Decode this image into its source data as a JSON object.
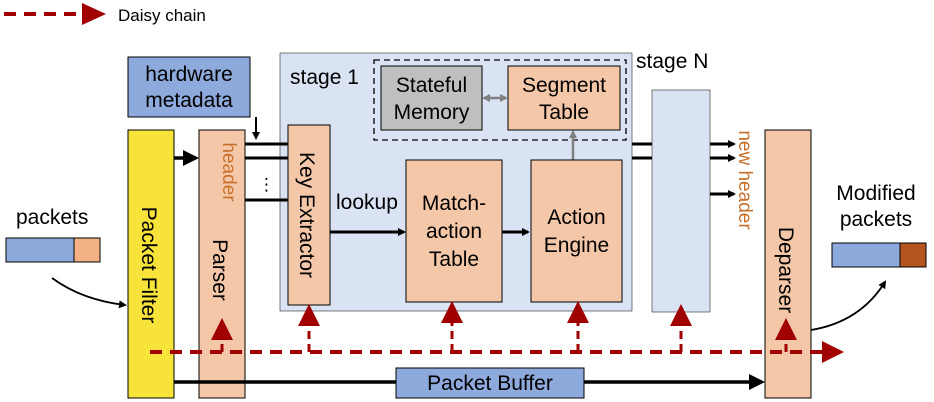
{
  "legend": {
    "label": "Daisy chain"
  },
  "inputs": {
    "packets": "packets",
    "hardware_metadata_line1": "hardware",
    "hardware_metadata_line2": "metadata"
  },
  "blocks": {
    "packet_filter": "Packet Filter",
    "parser": "Parser",
    "header": "header",
    "stage1": "stage 1",
    "stageN": "stage N",
    "key_extractor": "Key Extractor",
    "lookup": "lookup",
    "match_action_line1": "Match-",
    "match_action_line2": "action",
    "match_action_line3": "Table",
    "action_engine_line1": "Action",
    "action_engine_line2": "Engine",
    "stateful_line1": "Stateful",
    "stateful_line2": "Memory",
    "segment_line1": "Segment",
    "segment_line2": "Table",
    "new_header": "new header",
    "deparser": "Deparser",
    "packet_buffer": "Packet Buffer",
    "ellipsis": "⋮"
  },
  "outputs": {
    "modified_line1": "Modified",
    "modified_line2": "packets"
  },
  "colors": {
    "blue_block": "#8ea9db",
    "light_blue": "#dae3f3",
    "orange_block": "#f4c7a9",
    "yellow": "#f7e33a",
    "gray": "#bfbfbf",
    "dark_red": "#a00000",
    "dark_orange": "#b4551f"
  }
}
